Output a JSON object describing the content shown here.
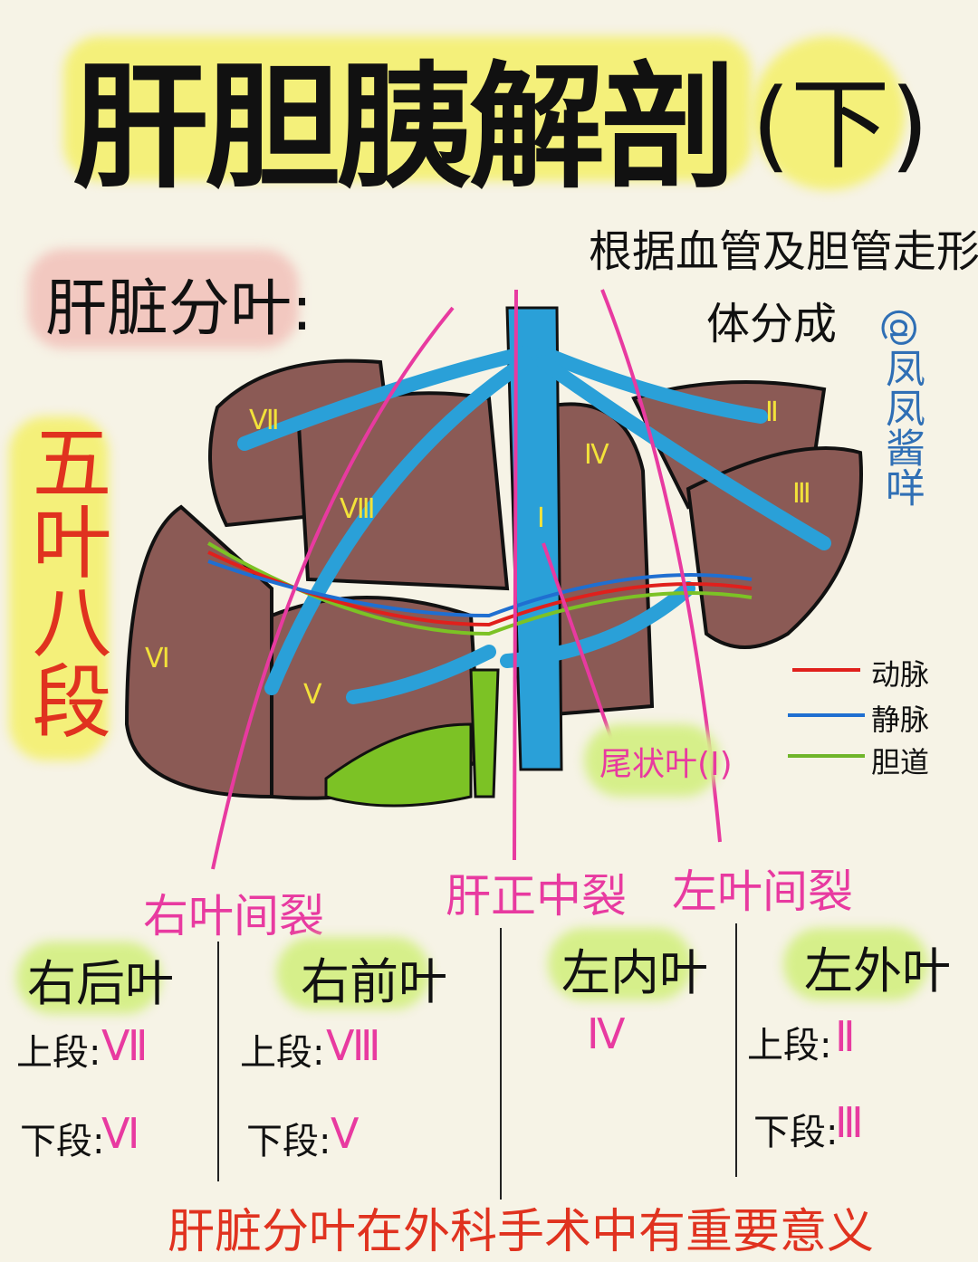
{
  "title": "肝胆胰解剖",
  "subtitle": "(下)",
  "section": "肝脏分叶:",
  "description": [
    "根据血管及胆管走形具",
    "体分成"
  ],
  "author": "@凤凤酱咩",
  "summary": "五叶八段",
  "segments": {
    "s7": "Ⅶ",
    "s8": "Ⅷ",
    "s4": "Ⅳ",
    "s2": "Ⅱ",
    "s3": "Ⅲ",
    "s6": "Ⅵ",
    "s5": "Ⅴ",
    "s1": "Ⅰ"
  },
  "caudate": "尾状叶(I)",
  "legend": [
    {
      "label": "动脉",
      "color": "#e0201c"
    },
    {
      "label": "静脉",
      "color": "#1f6fd1"
    },
    {
      "label": "胆道",
      "color": "#6fb52a"
    }
  ],
  "fissures": [
    "右叶间裂",
    "肝正中裂",
    "左叶间裂"
  ],
  "lobes": [
    {
      "name": "右后叶",
      "upper_label": "上段:",
      "upper": "Ⅶ",
      "lower_label": "下段:",
      "lower": "Ⅵ"
    },
    {
      "name": "右前叶",
      "upper_label": "上段:",
      "upper": "Ⅷ",
      "lower_label": "下段:",
      "lower": "Ⅴ"
    },
    {
      "name": "左内叶",
      "value": "Ⅳ"
    },
    {
      "name": "左外叶",
      "upper_label": "上段:",
      "upper": "Ⅱ",
      "lower_label": "下段:",
      "lower": "Ⅲ"
    }
  ],
  "bottom_note": "肝脏分叶在外科手术中有重要意义",
  "colors": {
    "liver": "#8b5a55",
    "vein": "#2aa0d8",
    "highlight_yellow": "#f4f07a",
    "highlight_green": "#d6ef8a",
    "highlight_pink": "#f2c8c0",
    "fissure": "#e83aa0"
  }
}
